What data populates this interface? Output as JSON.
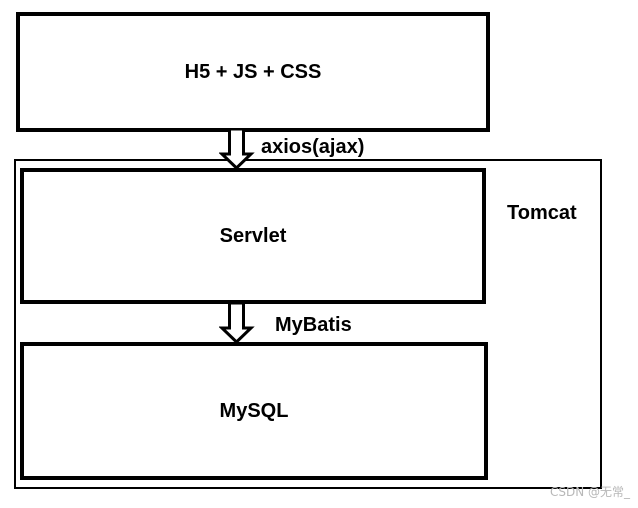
{
  "frontend": {
    "label": "H5 + JS + CSS"
  },
  "arrow_top": {
    "label": "axios(ajax)"
  },
  "server": {
    "label": "Tomcat"
  },
  "servlet": {
    "label": "Servlet"
  },
  "arrow_bottom": {
    "label": "MyBatis"
  },
  "database": {
    "label": "MySQL"
  },
  "watermark": {
    "text": "CSDN @无常_"
  },
  "colors": {
    "stroke": "#000000",
    "background": "#ffffff",
    "watermark": "#b8b8b8"
  }
}
